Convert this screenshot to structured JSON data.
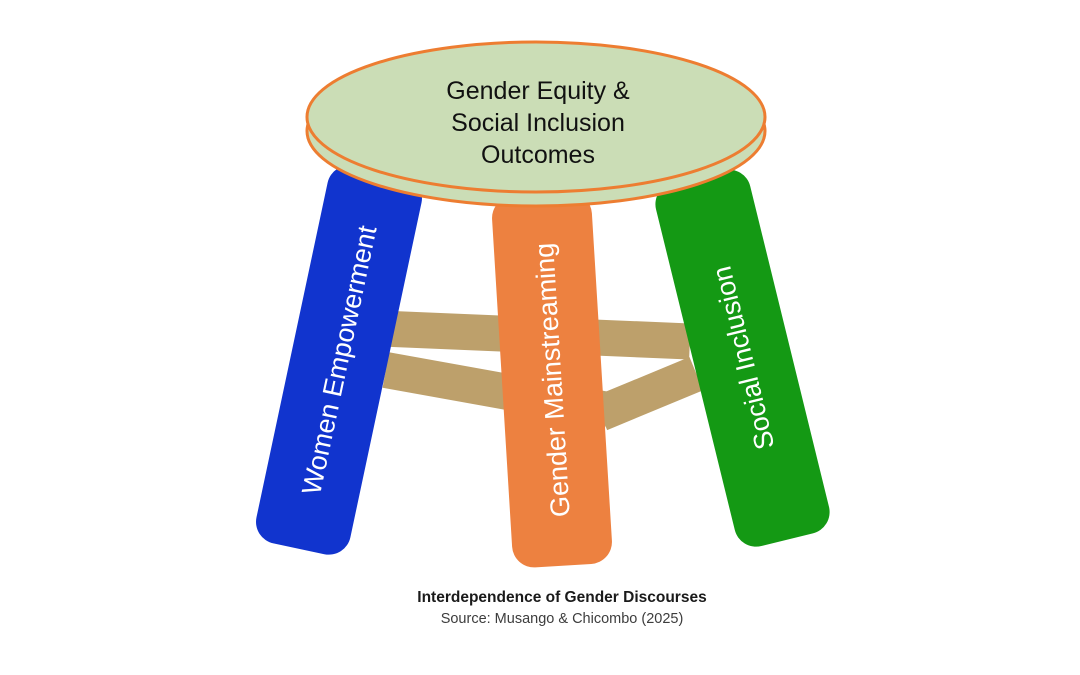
{
  "diagram": {
    "seat": {
      "line1": "Gender Equity &",
      "line2": "Social Inclusion",
      "line3": "Outcomes",
      "fill": "#CBDDB6",
      "stroke": "#ED7D31"
    },
    "legs": [
      {
        "label": "Women Empowerment",
        "color": "#1134CE"
      },
      {
        "label": "Gender Mainstreaming",
        "color": "#ED8140"
      },
      {
        "label": "Social Inclusion",
        "color": "#149914"
      }
    ],
    "braces": {
      "color": "#BDA06B"
    },
    "caption": {
      "title": "Interdependence of Gender Discourses",
      "source": "Source: Musango & Chicombo (2025)"
    }
  }
}
